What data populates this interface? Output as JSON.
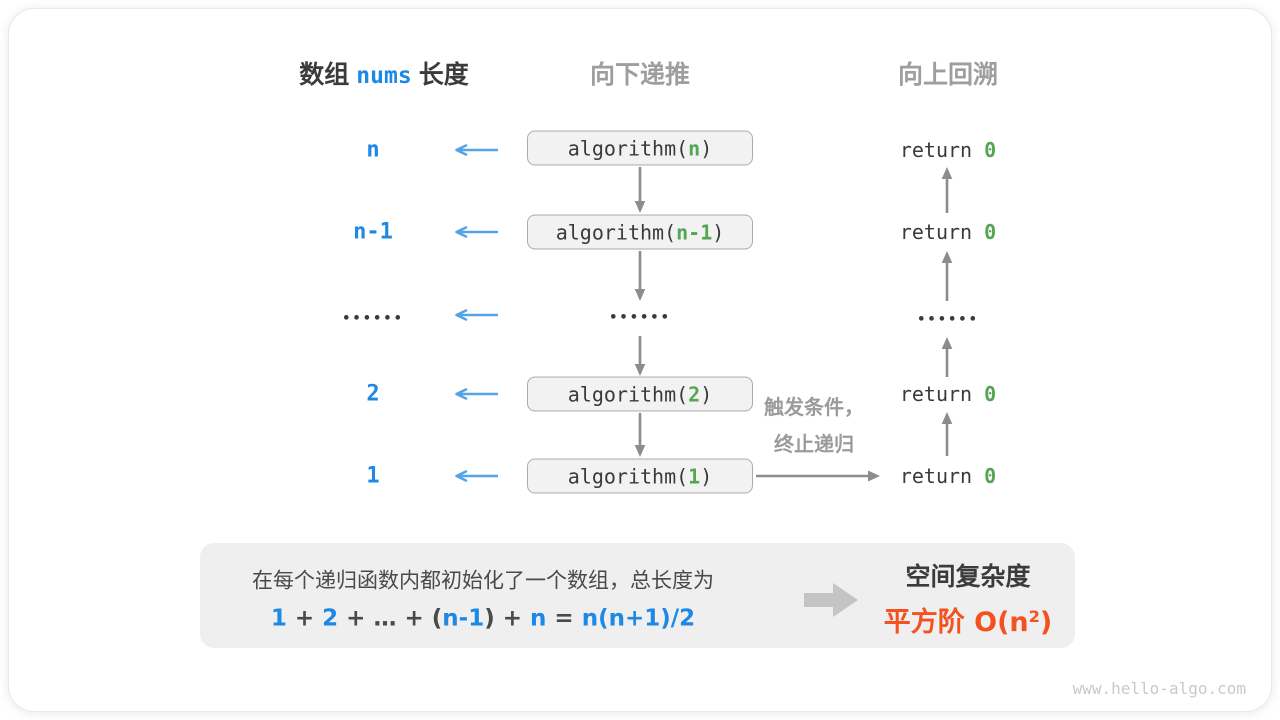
{
  "header": {
    "col1_prefix": "数组",
    "col1_code": "nums",
    "col1_suffix": "长度",
    "col2": "向下递推",
    "col3": "向上回溯"
  },
  "rows": [
    {
      "label": "n",
      "call_pre": "algorithm(",
      "call_arg": "n",
      "call_post": ")",
      "ret_pre": "return ",
      "ret_val": "0"
    },
    {
      "label": "n-1",
      "call_pre": "algorithm(",
      "call_arg": "n-1",
      "call_post": ")",
      "ret_pre": "return ",
      "ret_val": "0"
    },
    {
      "left_dots": "••••••",
      "mid_dots": "••••••",
      "right_dots": "••••••"
    },
    {
      "label": "2",
      "call_pre": "algorithm(",
      "call_arg": "2",
      "call_post": ")",
      "ret_pre": "return ",
      "ret_val": "0"
    },
    {
      "label": "1",
      "call_pre": "algorithm(",
      "call_arg": "1",
      "call_post": ")",
      "ret_pre": "return ",
      "ret_val": "0"
    }
  ],
  "trigger": {
    "line1": "触发条件，",
    "line2": "终止递归"
  },
  "summary": {
    "description": "在每个递归函数内都初始化了一个数组，总长度为",
    "formula": [
      {
        "t": "1",
        "c": "b"
      },
      {
        "t": " + ",
        "c": "d"
      },
      {
        "t": "2",
        "c": "b"
      },
      {
        "t": " + ",
        "c": "d"
      },
      {
        "t": "…",
        "c": "d"
      },
      {
        "t": " + ",
        "c": "d"
      },
      {
        "t": "(",
        "c": "d"
      },
      {
        "t": "n-1",
        "c": "b"
      },
      {
        "t": ")",
        "c": "d"
      },
      {
        "t": " + ",
        "c": "d"
      },
      {
        "t": "n",
        "c": "b"
      },
      {
        "t": " = ",
        "c": "d"
      },
      {
        "t": "n(n+1)/2",
        "c": "b"
      }
    ],
    "result_title": "空间复杂度",
    "result_pre": "平方阶 O(n",
    "result_sup": "2",
    "result_post": ")"
  },
  "watermark": "www.hello-algo.com",
  "colors": {
    "label_blue": "#1e88e5",
    "arrow_blue": "#54a4e8",
    "value_green": "#55a555",
    "result_orange": "#f4511e",
    "gray_text": "#9b9b9b",
    "dark_text": "#3b3b3b",
    "arrow_gray": "#8c8c8c",
    "box_fill": "#f2f2f2",
    "summary_fill": "#efefef"
  }
}
